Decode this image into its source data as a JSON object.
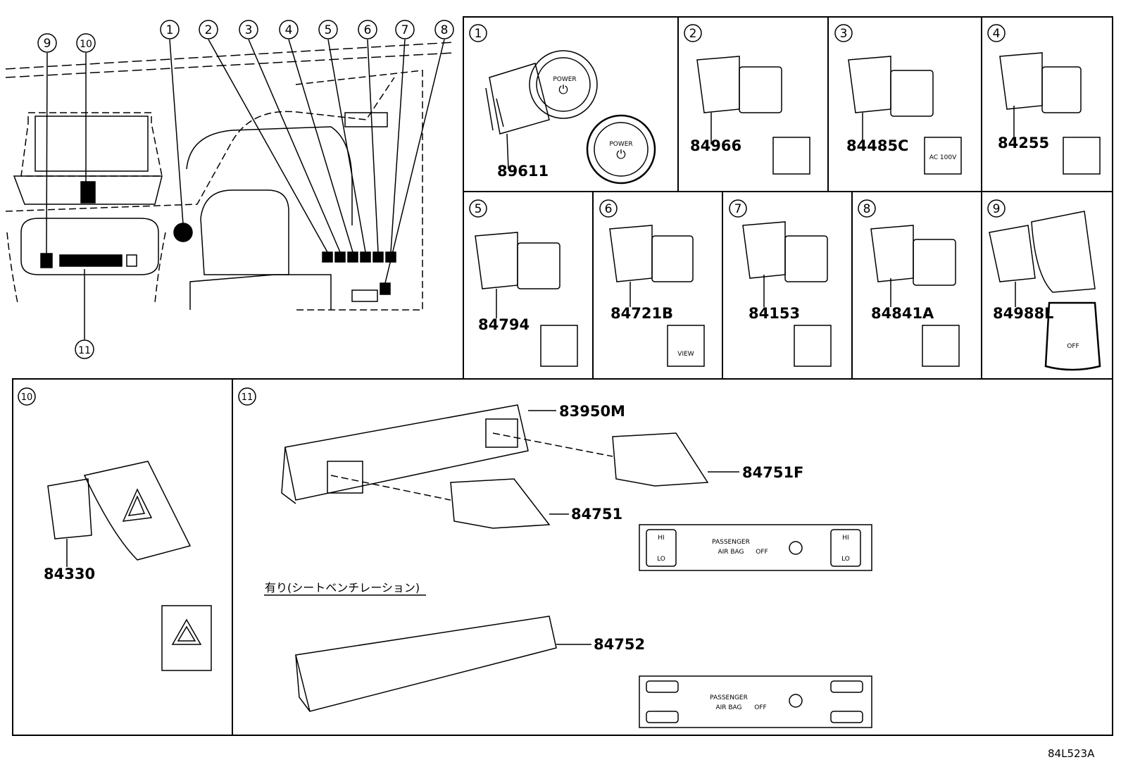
{
  "diagram": {
    "overview_callouts": [
      "1",
      "2",
      "3",
      "4",
      "5",
      "6",
      "7",
      "8",
      "9",
      "10",
      "11"
    ],
    "panels": [
      {
        "num": "1",
        "part": "89611",
        "icon_text": "POWER"
      },
      {
        "num": "2",
        "part": "84966"
      },
      {
        "num": "3",
        "part": "84485C",
        "icon_text": "AC 100V"
      },
      {
        "num": "4",
        "part": "84255"
      },
      {
        "num": "5",
        "part": "84794"
      },
      {
        "num": "6",
        "part": "84721B",
        "icon_text": "VIEW"
      },
      {
        "num": "7",
        "part": "84153"
      },
      {
        "num": "8",
        "part": "84841A"
      },
      {
        "num": "9",
        "part": "84988L",
        "icon_text": "OFF"
      },
      {
        "num": "10",
        "part": "84330"
      },
      {
        "num": "11",
        "parts": [
          "83950M",
          "84751F",
          "84751",
          "84752"
        ]
      }
    ],
    "panel11_labels": {
      "passenger": "PASSENGER",
      "airbag": "AIR BAG",
      "off": "OFF",
      "hi": "HI",
      "lo": "LO",
      "note_jp": "有り(シートベンチレーション)"
    },
    "drawing_code": "84L523A"
  }
}
